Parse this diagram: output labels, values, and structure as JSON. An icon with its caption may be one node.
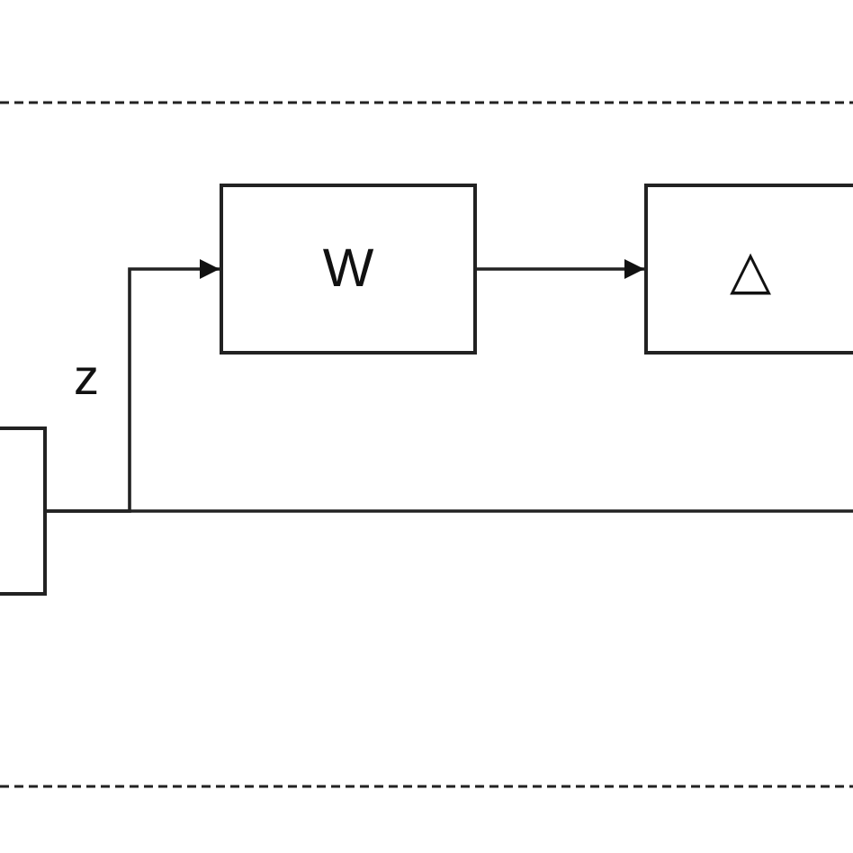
{
  "diagram": {
    "nodes": [
      {
        "text": [],
        "shape": "box"
      },
      {
        "text": [
          "W"
        ]
      },
      {
        "text": [
          "△"
        ]
      }
    ],
    "edges": [
      {
        "from": 0,
        "to": 1,
        "arrow": "to",
        "label": "z"
      },
      {
        "from": 1,
        "to": 2,
        "arrow": "to"
      },
      {
        "from": 0,
        "to": null,
        "arrow": "none"
      }
    ]
  }
}
